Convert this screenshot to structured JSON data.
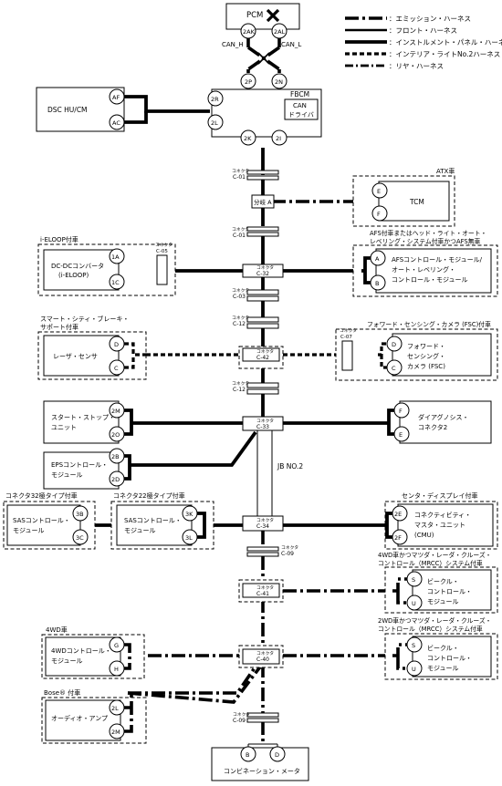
{
  "legend": [
    {
      "label": "：エミッション・ハーネス",
      "style": "wemi"
    },
    {
      "label": "：フロント・ハーネス",
      "style": "wfront"
    },
    {
      "label": "：インストルメント・パネル・ハーネス",
      "style": "winst"
    },
    {
      "label": "：インテリア・ライトNo.2ハーネス",
      "style": "wint"
    },
    {
      "label": "：リヤ・ハーネス",
      "style": "wrear"
    }
  ],
  "pcm": {
    "name": "PCM",
    "pin_a": "2AK",
    "pin_b": "2AL",
    "can_h": "CAN_H",
    "can_l": "CAN_L"
  },
  "fbcm": {
    "name": "FBCM",
    "pins": [
      "2P",
      "2N",
      "2R",
      "2L",
      "2K",
      "2I"
    ],
    "can_driver": [
      "CAN",
      "ドライバ"
    ]
  },
  "dsc": {
    "name": "DSC HU/CM",
    "pins": [
      "AF",
      "AC"
    ]
  },
  "connector_prefix": "コネクタ",
  "connectors": {
    "c01": "C-01",
    "c01b": "C-01",
    "c03": "C-03",
    "c12": "C-12",
    "c12b": "C-12",
    "c09": "C-09",
    "c09b": "C-09",
    "c05": "C-05",
    "c07": "C-07",
    "c32": "C-32",
    "c42": "C-42",
    "c33": "C-33",
    "c34": "C-34",
    "c41": "C-41",
    "c40": "C-40"
  },
  "branch_a": "分岐 A",
  "atx": {
    "condition": "ATX車",
    "name": "TCM",
    "pins": [
      "E",
      "F"
    ]
  },
  "eloop": {
    "condition": "i-ELOOP付車",
    "name": [
      "DC-DCコンバータ",
      "(i-ELOOP)"
    ],
    "pins": [
      "1A",
      "1C"
    ]
  },
  "afs": {
    "condition": [
      "AFS付車またはヘッド・ライト・オート・",
      "レベリング・システム付車かつAFS無車"
    ],
    "name": [
      "AFSコントロール・モジュール/",
      "オート・レベリング・",
      "コントロール・モジュール"
    ],
    "pins": [
      "A",
      "B"
    ]
  },
  "laser": {
    "condition": [
      "スマート・シティ・ブレーキ・",
      "サポート付車"
    ],
    "name": "レーザ・センサ",
    "pins": [
      "D",
      "C"
    ]
  },
  "fsc": {
    "condition": "フォワード・センシング・カメラ (FSC)付車",
    "name": [
      "フォワード・",
      "センシング・",
      "カメラ (FSC)"
    ],
    "pins": [
      "D",
      "C"
    ]
  },
  "sscu": {
    "name": [
      "スタート・ストップ・",
      "ユニット"
    ],
    "pins": [
      "2M",
      "2O"
    ]
  },
  "diag": {
    "name": [
      "ダイアグノシス・",
      "コネクタ2"
    ],
    "pins": [
      "F",
      "E"
    ]
  },
  "eps": {
    "name": [
      "EPSコントロール・",
      "モジュール"
    ],
    "pins": [
      "2B",
      "2D"
    ]
  },
  "jb": "JB NO.2",
  "sas32": {
    "condition": "コネクタ32極タイプ付車",
    "name": [
      "SASコントロール・",
      "モジュール"
    ],
    "pins": [
      "3B",
      "3C"
    ]
  },
  "sas22": {
    "condition": "コネクタ22極タイプ付車",
    "name": [
      "SASコントロール・",
      "モジュール"
    ],
    "pins": [
      "3K",
      "3L"
    ]
  },
  "cmu": {
    "condition": "センタ・ディスプレイ付車",
    "name": [
      "コネクティビティ・",
      "マスタ・ユニット",
      "(CMU)"
    ],
    "pins": [
      "2E",
      "2F"
    ]
  },
  "vehicle4": {
    "condition": [
      "4WD車かつマツダ・レーダ・クルーズ・",
      "コントロール（MRCC）システム付車"
    ],
    "name": [
      "ビークル・",
      "コントロール・",
      "モジュール"
    ],
    "pins": [
      "S",
      "U"
    ]
  },
  "wd4": {
    "condition": "4WD車",
    "name": [
      "4WDコントロール・",
      "モジュール"
    ],
    "pins": [
      "G",
      "H"
    ]
  },
  "vehicle2": {
    "condition": [
      "2WD車かつマツダ・レーダ・クルーズ・",
      "コントロール（MRCC）システム付車"
    ],
    "name": [
      "ビークル・",
      "コントロール・",
      "モジュール"
    ],
    "pins": [
      "S",
      "U"
    ]
  },
  "bose": {
    "condition": "Bose® 付車",
    "name": "オーディオ・アンプ",
    "pins": [
      "2L",
      "2M"
    ]
  },
  "meter": {
    "name": "コンビネーション・メータ",
    "pins": [
      "B",
      "D"
    ]
  }
}
